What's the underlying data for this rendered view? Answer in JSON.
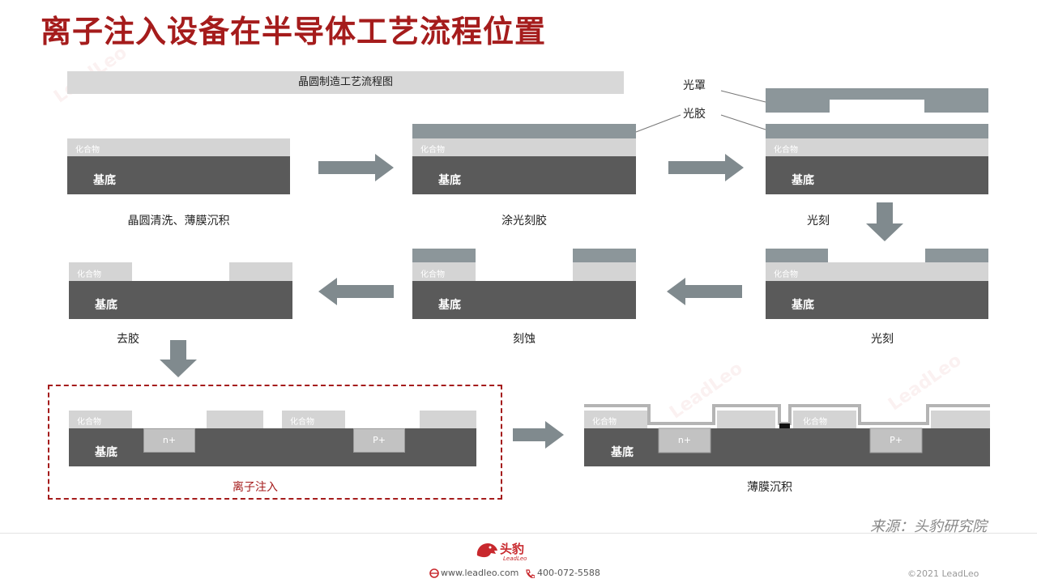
{
  "title": "离子注入设备在半导体工艺流程位置",
  "banner": "晶圆制造工艺流程图",
  "labels": {
    "compound": "化合物",
    "substrate": "基底",
    "mask": "光罩",
    "photoresist": "光胶",
    "n_plus": "n+",
    "p_plus": "P+"
  },
  "steps": {
    "s1": "晶圆清洗、薄膜沉积",
    "s2": "涂光刻胶",
    "s3": "光刻",
    "s4": "光刻",
    "s5": "刻蚀",
    "s6": "去胶",
    "s7": "离子注入",
    "s8": "薄膜沉积"
  },
  "source": "来源：头豹研究院",
  "footer": {
    "brand": "头豹",
    "brand_sub": "LeadLeo",
    "website": "www.leadleo.com",
    "phone": "400-072-5588",
    "copyright": "©2021 LeadLeo"
  },
  "colors": {
    "accent": "#a51c1c",
    "compound": "#d4d4d4",
    "substrate": "#5a5a5a",
    "resist": "#8c969a",
    "arrow": "#808a8e"
  }
}
